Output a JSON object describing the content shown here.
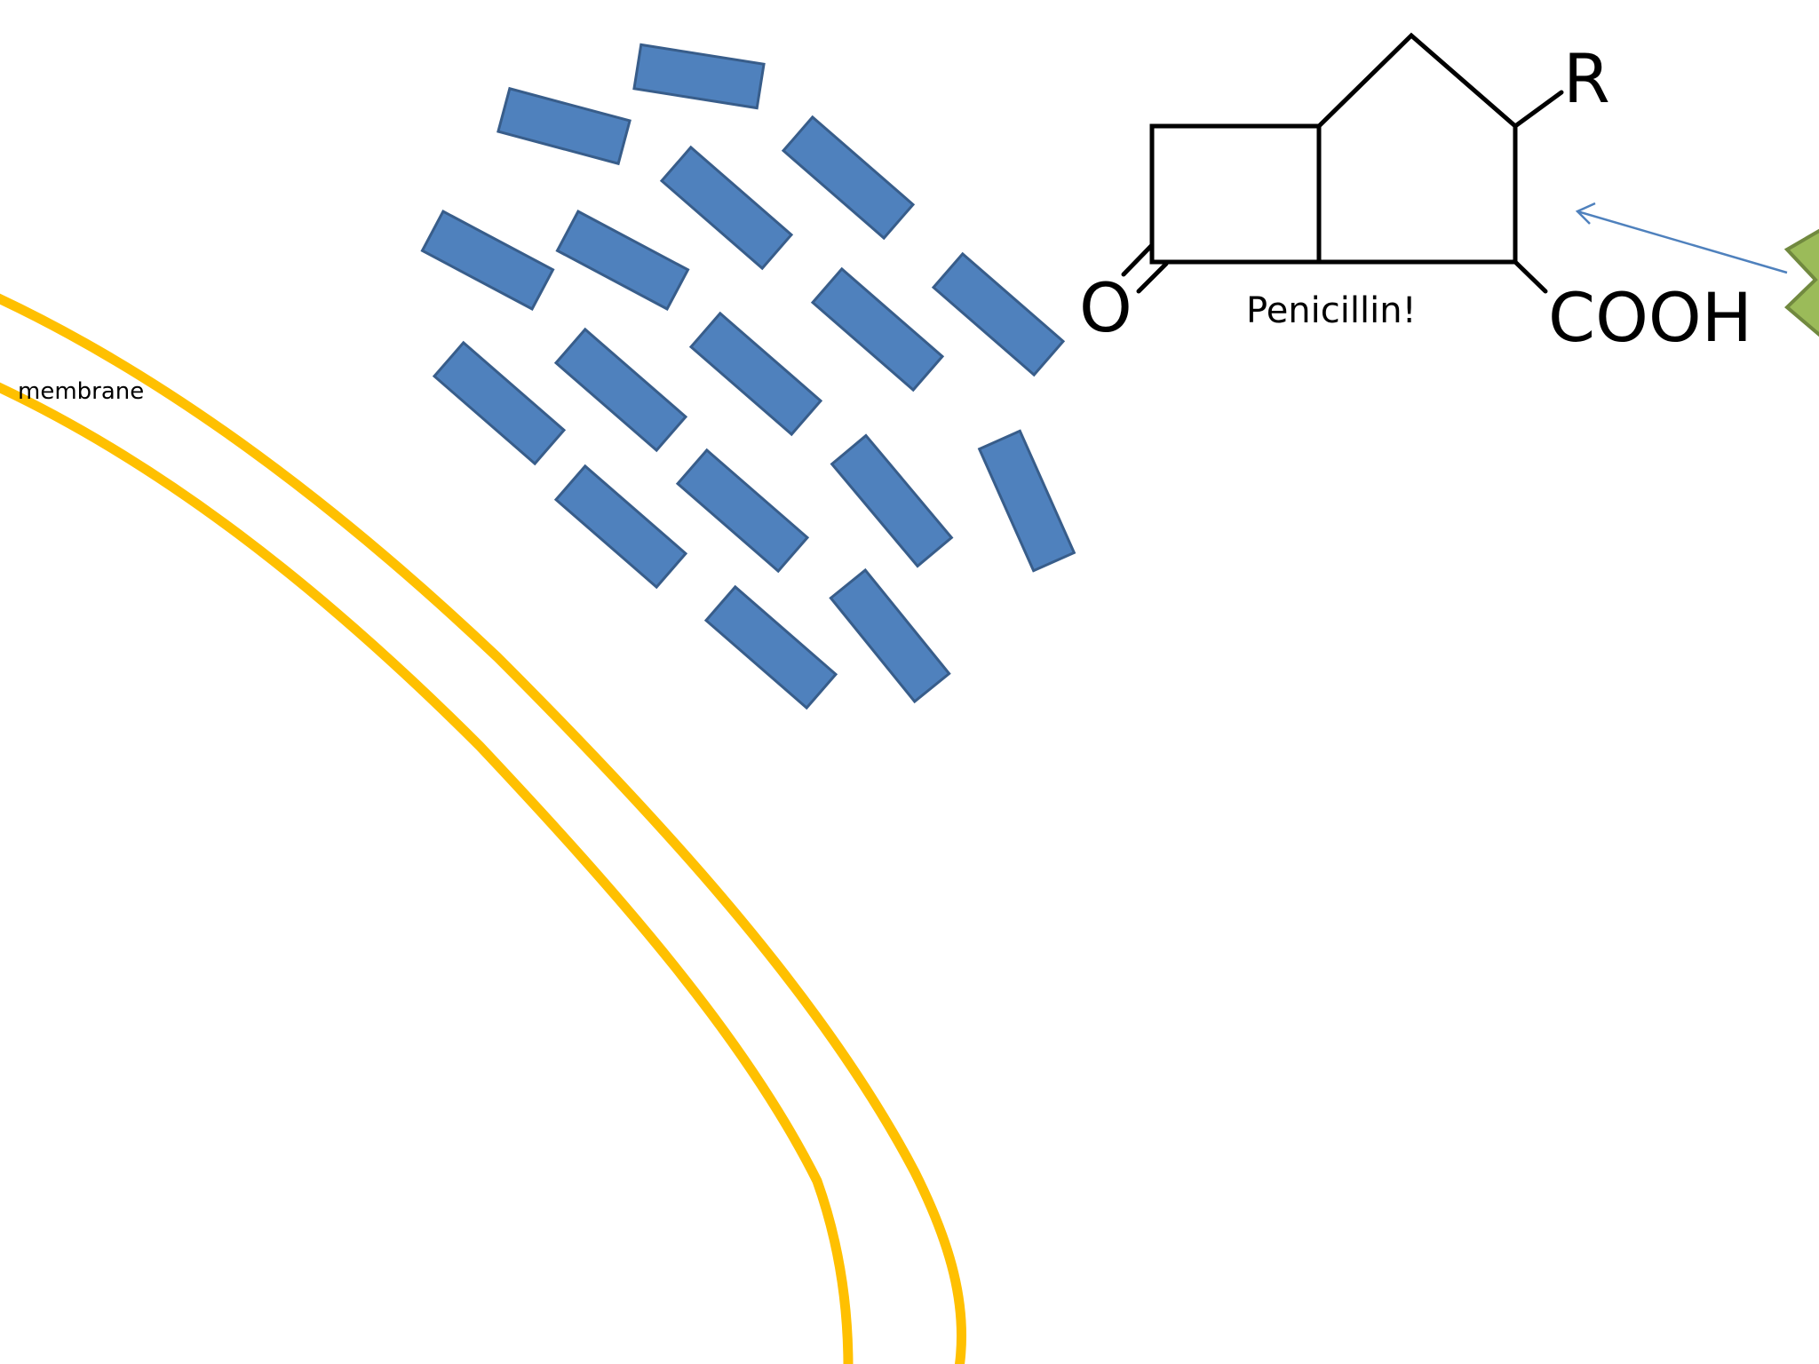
{
  "labels": {
    "membrane": "membrane",
    "penicillin": "Penicillin!",
    "oxygen": "O",
    "r_group": "R",
    "carboxyl": "COOH"
  },
  "colors": {
    "membrane": "#FFC000",
    "peptidoglycan_fill": "#4F81BD",
    "peptidoglycan_stroke": "#385D8A",
    "enzyme_fill": "#9BBB59",
    "enzyme_stroke": "#71893F",
    "arrow": "#4F81BD",
    "structure": "#000000"
  }
}
